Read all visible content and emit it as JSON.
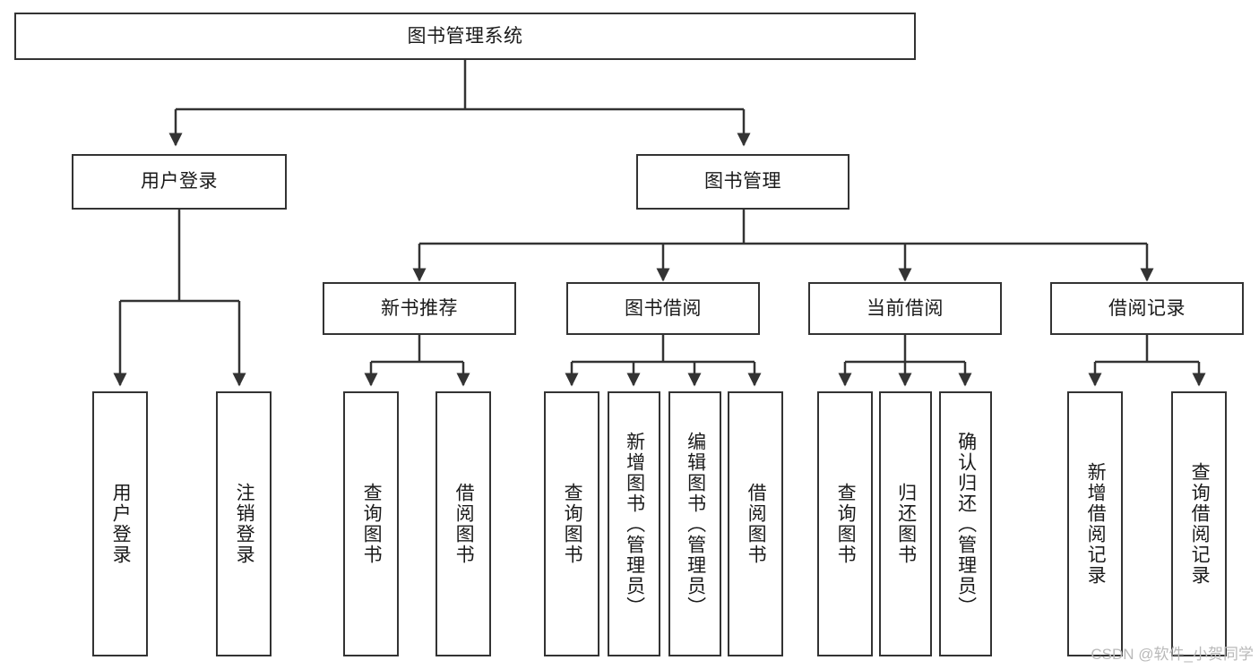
{
  "diagram": {
    "title": "图书管理系统",
    "type": "hierarchy-tree",
    "orientation": "top-down",
    "colors": {
      "line": "#333333",
      "box_border": "#333333",
      "box_fill": "#ffffff",
      "text": "#1a1a1a",
      "watermark": "#b9b9b9"
    },
    "root": {
      "label": "图书管理系统"
    },
    "level2": [
      {
        "label": "用户登录"
      },
      {
        "label": "图书管理"
      }
    ],
    "level3": [
      {
        "label": "新书推荐"
      },
      {
        "label": "图书借阅"
      },
      {
        "label": "当前借阅"
      },
      {
        "label": "借阅记录"
      }
    ],
    "leaves": {
      "user_login": [
        {
          "label": "用户登录"
        },
        {
          "label": "注销登录"
        }
      ],
      "new_book_recommend": [
        {
          "label": "查询图书"
        },
        {
          "label": "借阅图书"
        }
      ],
      "book_borrow": [
        {
          "label": "查询图书"
        },
        {
          "label": "新增图书（管理员）"
        },
        {
          "label": "编辑图书（管理员）"
        },
        {
          "label": "借阅图书"
        }
      ],
      "current_borrow": [
        {
          "label": "查询图书"
        },
        {
          "label": "归还图书"
        },
        {
          "label": "确认归还（管理员）"
        }
      ],
      "borrow_record": [
        {
          "label": "新增借阅记录"
        },
        {
          "label": "查询借阅记录"
        }
      ]
    }
  },
  "watermark": {
    "text": "CSDN @软件_小贺同学"
  }
}
